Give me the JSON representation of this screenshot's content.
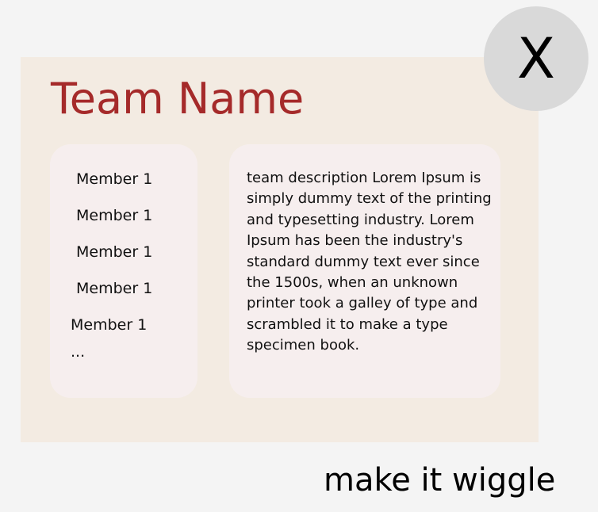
{
  "card": {
    "title": "Team Name",
    "members": [
      "Member 1",
      "Member 1",
      "Member 1",
      "Member 1",
      "Member 1"
    ],
    "members_more": "...",
    "description": "team description Lorem Ipsum is simply dummy text of the printing and typesetting industry. Lorem Ipsum has been the industry's standard dummy text ever since the 1500s, when an unknown printer took a galley of  type and scrambled it to make a type specimen book."
  },
  "close_button": {
    "label": "X",
    "icon": "close-icon"
  },
  "note": "make it wiggle",
  "colors": {
    "title": "#a52a2a",
    "card_background": "#f3ebe2",
    "panel_background": "#f6eeee",
    "close_button_background": "#d9d9d9",
    "page_background": "#f4f4f4"
  }
}
